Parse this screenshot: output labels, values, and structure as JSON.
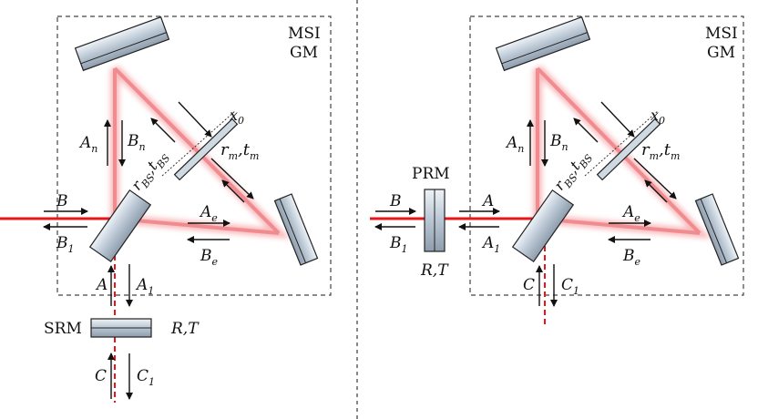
{
  "colors": {
    "beam": "#e8151b",
    "beam_glow": "#f7a3a6",
    "optic_body": "#b9c6d3",
    "optic_coat": "#dfe7ee",
    "box_line": "#444444",
    "arrow": "#111111"
  },
  "left": {
    "box_label_1": "MSI",
    "box_label_2": "GM",
    "an": "A",
    "an_sub": "n",
    "bn": "B",
    "bn_sub": "n",
    "x0": "x",
    "x0_sub": "0",
    "rm": "r",
    "rm_sub": "m",
    "tm": ",t",
    "tm_sub": "m",
    "rbs": "r",
    "rbs_sub": "BS",
    "tbs": ",t",
    "tbs_sub": "BS",
    "b": "B",
    "b1": "B",
    "b1_sub": "1",
    "ae": "A",
    "ae_sub": "e",
    "be": "B",
    "be_sub": "e",
    "a": "A",
    "a1": "A",
    "a1_sub": "1",
    "srm": "SRM",
    "rt": "R,T",
    "c": "C",
    "c1": "C",
    "c1_sub": "1"
  },
  "right": {
    "box_label_1": "MSI",
    "box_label_2": "GM",
    "an": "A",
    "an_sub": "n",
    "bn": "B",
    "bn_sub": "n",
    "x0": "x",
    "x0_sub": "0",
    "rm": "r",
    "rm_sub": "m",
    "tm": ",t",
    "tm_sub": "m",
    "rbs": "r",
    "rbs_sub": "BS",
    "tbs": ",t",
    "tbs_sub": "BS",
    "prm": "PRM",
    "b": "B",
    "b1": "B",
    "b1_sub": "1",
    "a": "A",
    "a1": "A",
    "a1_sub": "1",
    "rt": "R,T",
    "ae": "A",
    "ae_sub": "e",
    "be": "B",
    "be_sub": "e",
    "c": "C",
    "c1": "C",
    "c1_sub": "1"
  }
}
